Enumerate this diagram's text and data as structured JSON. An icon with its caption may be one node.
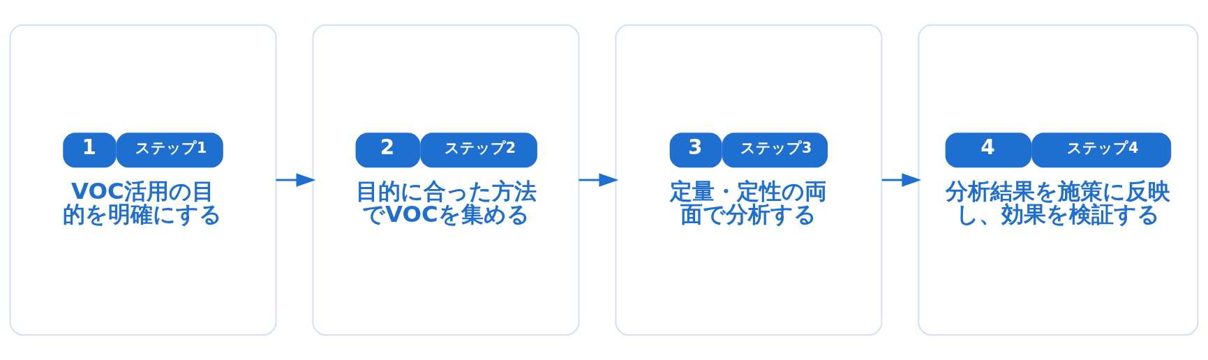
{
  "diagram": {
    "nodes": [
      {
        "text": [
          "1",
          "ステップ1",
          "VOC活用の目的を明確にする"
        ]
      },
      {
        "text": [
          "2",
          "ステップ2",
          "目的に合った方法でVOCを集める"
        ]
      },
      {
        "text": [
          "3",
          "ステップ3",
          "定量・定性の両面で分析する"
        ]
      },
      {
        "text": [
          "4",
          "ステップ4",
          "分析結果を施策に反映し、効果を検証する"
        ]
      }
    ],
    "edges": [
      {
        "from": 0,
        "to": 1,
        "arrow": "to"
      },
      {
        "from": 1,
        "to": 2,
        "arrow": "to"
      },
      {
        "from": 2,
        "to": 3,
        "arrow": "to"
      }
    ]
  }
}
